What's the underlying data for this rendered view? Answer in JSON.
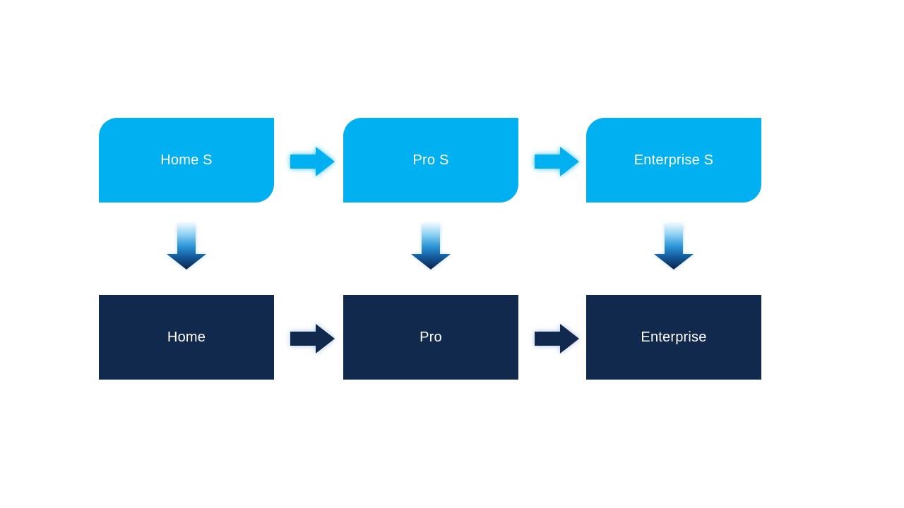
{
  "diagram": {
    "title": "edition-upgrade-flow",
    "top_row": {
      "nodes": [
        {
          "label": "Home S"
        },
        {
          "label": "Pro S"
        },
        {
          "label": "Enterprise S"
        }
      ],
      "fill": "#00B0F0",
      "text_color": "#FFFFFF"
    },
    "bottom_row": {
      "nodes": [
        {
          "label": "Home"
        },
        {
          "label": "Pro"
        },
        {
          "label": "Enterprise"
        }
      ],
      "fill": "#12294E",
      "text_color": "#FFFFFF"
    },
    "icons": {
      "right_arrow_top": "right-arrow-icon (light blue, glow)",
      "right_arrow_bottom": "right-arrow-icon (dark navy, glow)",
      "down_arrow": "down-arrow-icon (light-to-navy gradient)"
    },
    "colors": {
      "background": "#FFFFFF",
      "light_blue": "#00B0F0",
      "dark_navy": "#12294E",
      "down_arrow_gradient_top": "#DFF2FC",
      "down_arrow_gradient_bottom": "#0D2344"
    }
  }
}
